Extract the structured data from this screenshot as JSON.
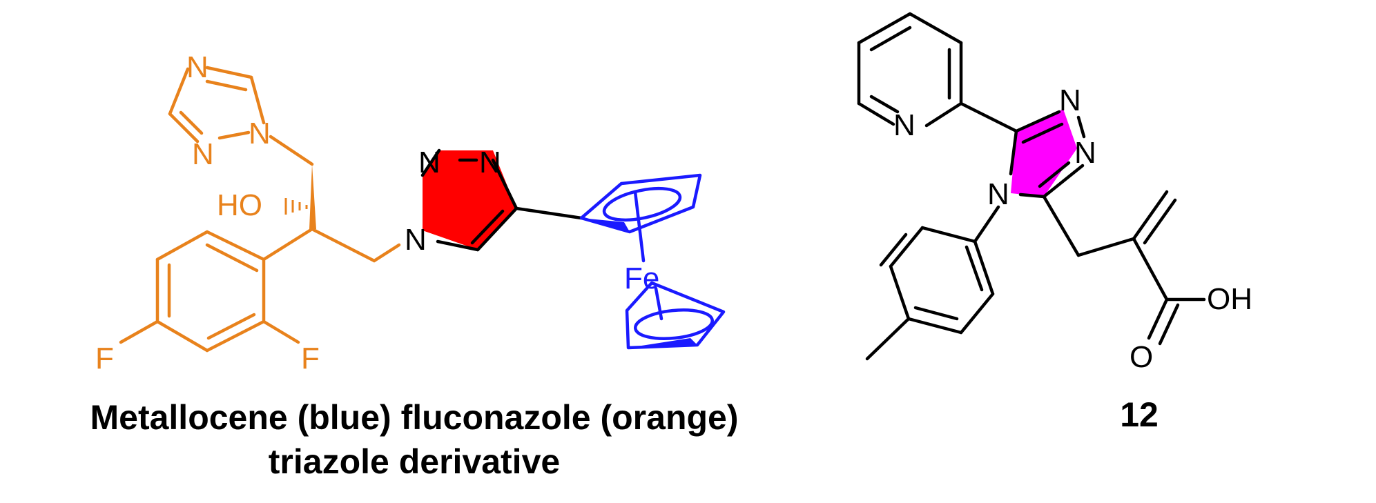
{
  "colors": {
    "metallocene": "#1a1aff",
    "fluconazole": "#e8821c",
    "triazole_red": "#ff0000",
    "triazole_magenta": "#ff00ff",
    "text": "#000000"
  },
  "left_molecule": {
    "caption_line1": "Metallocene (blue) fluconazole (orange)",
    "caption_line2": "triazole derivative",
    "atoms": {
      "triazole_top_n": "N",
      "triazole_bottom_n": "N",
      "triazole_n1": "N",
      "hydroxyl": "HO",
      "fluorine_left": "F",
      "fluorine_right": "F",
      "triazole_n_eq_n_left": "N",
      "triazole_n_eq_n_right": "N",
      "triazole_n_attach": "N",
      "iron": "Fe"
    }
  },
  "right_molecule": {
    "label": "12",
    "atoms": {
      "pyridine_n": "N",
      "triazole_n_top": "N",
      "triazole_n_right": "N",
      "triazole_n_aryl": "N",
      "hydroxyl": "OH",
      "carbonyl_o": "O"
    }
  }
}
